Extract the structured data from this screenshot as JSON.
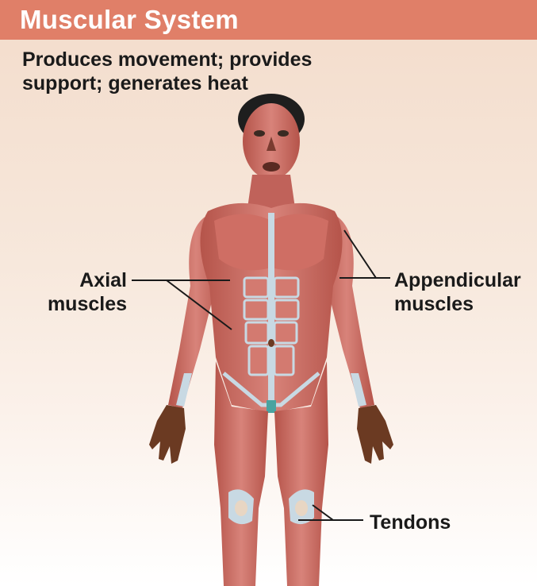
{
  "title": "Muscular System",
  "subtitle": "Produces movement; provides support; generates heat",
  "labels": {
    "axial_line1": "Axial",
    "axial_line2": "muscles",
    "appendicular_line1": "Appendicular",
    "appendicular_line2": "muscles",
    "tendons": "Tendons"
  },
  "colors": {
    "header": "#e07f68",
    "muscle": "#c9675c",
    "muscle_dark": "#a8473f",
    "tendon": "#c8d9e3",
    "skin": "#6b3a22",
    "hair": "#1e1e1e"
  }
}
